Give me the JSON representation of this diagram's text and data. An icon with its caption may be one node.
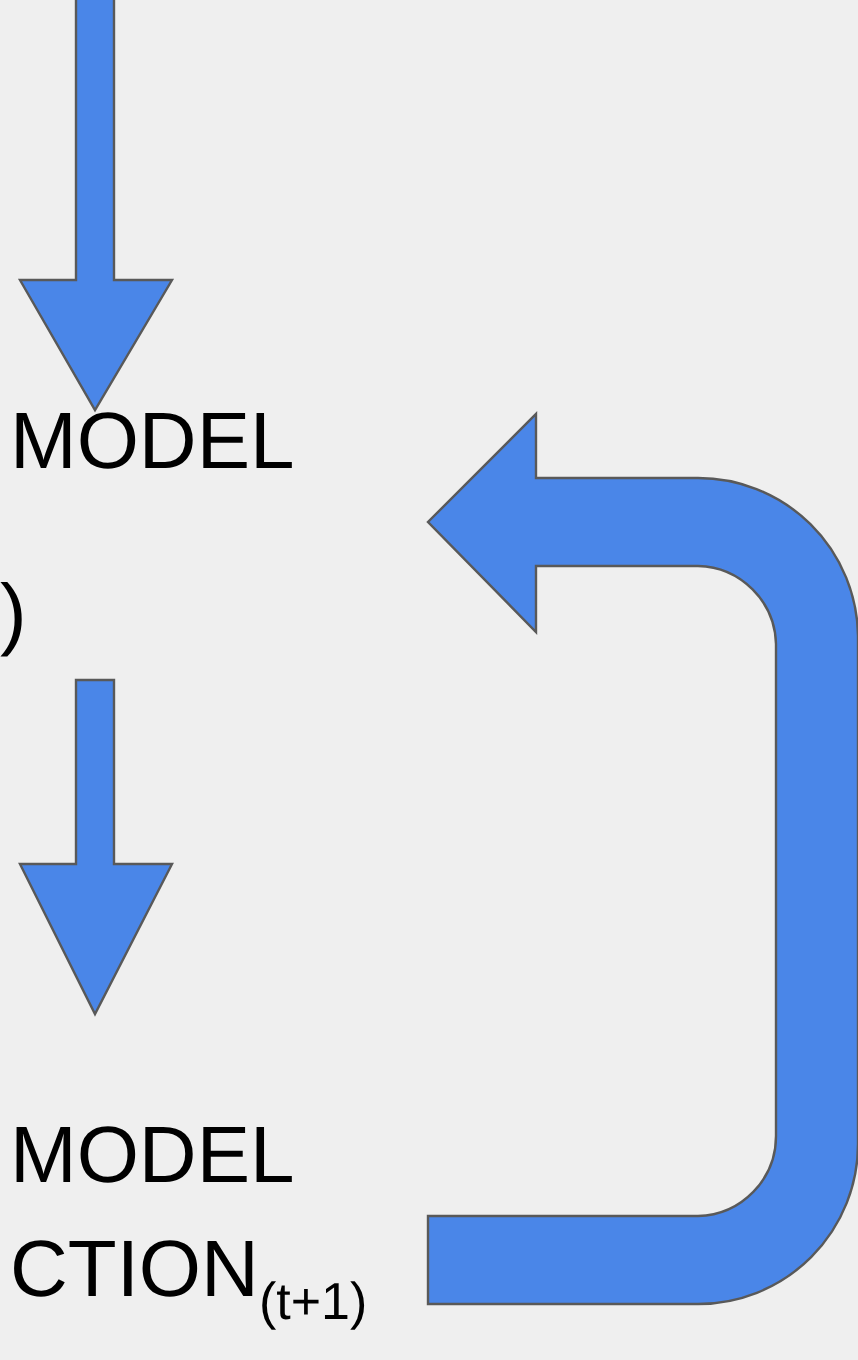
{
  "diagram": {
    "nodes": [
      {
        "text": [
          "MODEL",
          ")"
        ]
      },
      {
        "text": [
          "MODEL CTION$_{(t+1)}$"
        ]
      }
    ],
    "edges": [
      {
        "from": null,
        "to": 0,
        "arrow": "to"
      },
      {
        "from": 0,
        "to": 1,
        "arrow": "to"
      },
      {
        "from": 1,
        "to": 0,
        "arrow": "to"
      }
    ]
  }
}
